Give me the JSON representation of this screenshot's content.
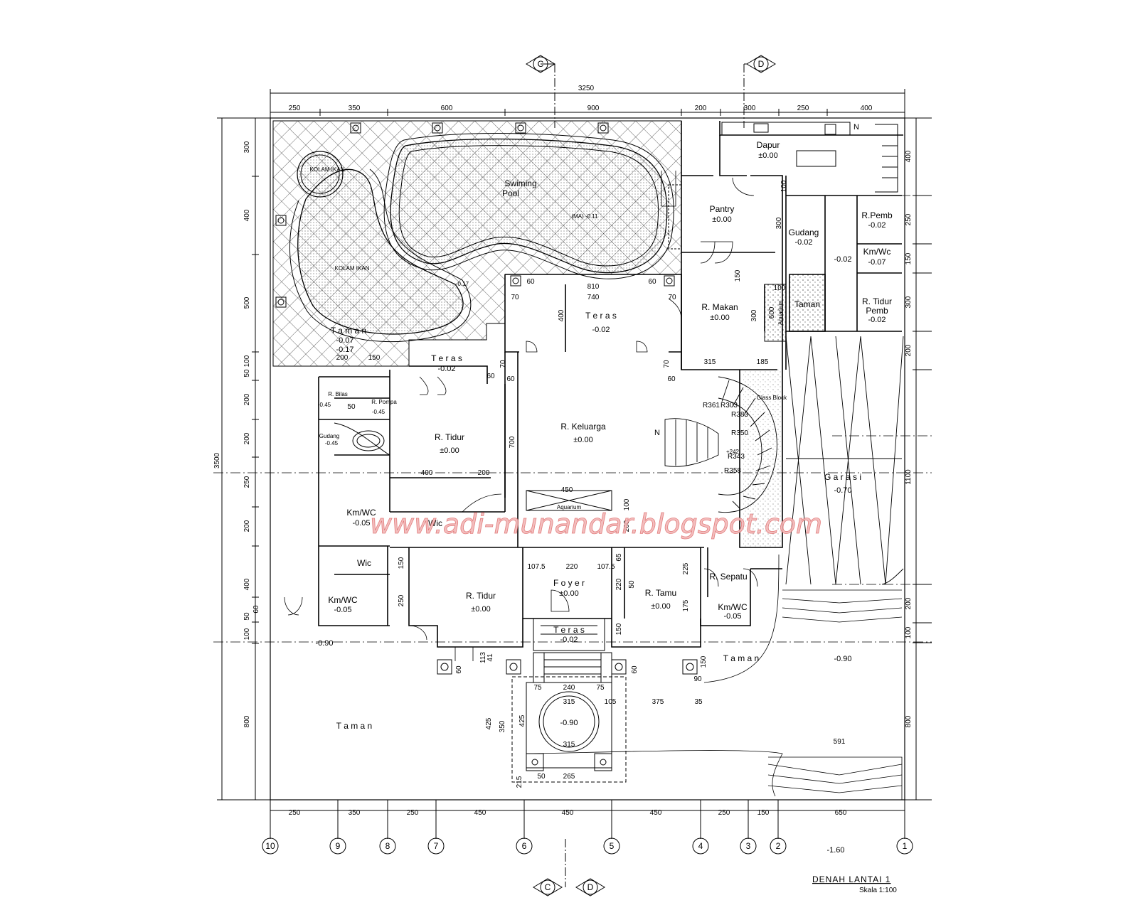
{
  "title": {
    "main": "DENAH  LANTAI  1",
    "scale": "Skala  1:100"
  },
  "watermark": "www.adi-munandar.blogspot.com",
  "section_markers": [
    "C",
    "D"
  ],
  "overall": {
    "width": "3250",
    "height": "3500"
  },
  "dims_top": [
    "250",
    "350",
    "600",
    "900",
    "200",
    "300",
    "250",
    "400"
  ],
  "dims_bottom": [
    "250",
    "350",
    "250",
    "450",
    "450",
    "450",
    "250",
    "150",
    "650"
  ],
  "dims_left": [
    "300",
    "400",
    "500",
    "50",
    "100",
    "200",
    "200",
    "250",
    "200",
    "400",
    "50",
    "60",
    "100",
    "800"
  ],
  "dims_right": [
    "400",
    "250",
    "150",
    "300",
    "200",
    "1100",
    "200",
    "100",
    "800"
  ],
  "grid_axes": [
    "10",
    "9",
    "8",
    "7",
    "6",
    "5",
    "4",
    "3",
    "2",
    "1"
  ],
  "rooms": {
    "dapur": {
      "name": "Dapur",
      "level": "±0.00"
    },
    "pantry": {
      "name": "Pantry",
      "level": "±0.00"
    },
    "gudang1": {
      "name": "Gudang",
      "level": "-0.02"
    },
    "rpemb": {
      "name": "R.Pemb",
      "level": "-0.02"
    },
    "kmwc_top": {
      "name": "Km/Wc",
      "level": "-0.07"
    },
    "lobby_lvl": "-0.02",
    "rtidurpemb": {
      "name1": "R. Tidur",
      "name2": "Pemb",
      "level": "-0.02"
    },
    "taman_small": {
      "name": "Taman"
    },
    "rmakan": {
      "name": "R.  Makan",
      "level": "±0.00"
    },
    "teras1": {
      "name": "T e r a s",
      "level": "-0.02"
    },
    "teras2": {
      "name": "T e r a s",
      "level": "-0.02"
    },
    "rtidur1": {
      "name": "R.  Tidur",
      "level": "±0.00"
    },
    "rkeluarga": {
      "name": "R.  Keluarga",
      "level": "±0.00"
    },
    "garasi": {
      "name": "G a r a s i",
      "level": "-0.70"
    },
    "kmwc1": {
      "name": "Km/WC",
      "level": "-0.05"
    },
    "wic1": {
      "name": "Wic"
    },
    "wic2": {
      "name": "Wic"
    },
    "kmwc2": {
      "name": "Km/WC",
      "level": "-0.05"
    },
    "rtidur2": {
      "name": "R.  Tidur",
      "level": "±0.00"
    },
    "foyer": {
      "name": "F o y e r",
      "level": "±0.00"
    },
    "rtamu": {
      "name": "R.  Tamu",
      "level": "±0.00"
    },
    "rsepatu": {
      "name": "R.  Sepatu"
    },
    "kmwc3": {
      "name": "Km/WC",
      "level": "-0.05"
    },
    "teras3": {
      "name": "T e r a s",
      "level": "-0.02"
    },
    "taman_top": {
      "name": "T a m a n",
      "level": "-0.07",
      "level2": "-0.17"
    },
    "taman_bl": {
      "name": "T a m a n"
    },
    "taman_br": {
      "name": "T a m a n"
    },
    "swimming": {
      "name1": "Swiming",
      "name2": "Pool",
      "level": "(MA) -0.11"
    },
    "kolam1": {
      "name": "KOLAM  IKAN"
    },
    "kolam2": {
      "name": "KOLAM  IKAN"
    },
    "pool_lvl": "-0.17",
    "rbilas": {
      "name": "R. Bilas",
      "level": "-0.45"
    },
    "rpompa": {
      "name": "R. Pompa",
      "level": "-0.45"
    },
    "gudang2": {
      "name": "Gudang",
      "level": "-0.45"
    },
    "aquarium": "Aquarium",
    "aquarium2": "Aquarium",
    "glassblock": "Glass Block",
    "stair_level": "+242"
  },
  "levels_outside": {
    "left": "-0.90",
    "right": "-0.90",
    "road": "-1.60",
    "fountain": "-0.90"
  },
  "inner_dims": {
    "d810": "810",
    "d740": "740",
    "d70a": "70",
    "d70b": "70",
    "d60a": "60",
    "d60b": "60",
    "d400": "400",
    "d300": "300",
    "d315": "315",
    "d185": "185",
    "d700": "700",
    "d450": "450",
    "d400b": "400",
    "d200": "200",
    "d100": "100",
    "d200b": "200",
    "d150": "150",
    "d250": "250",
    "d107a": "107.5",
    "d220": "220",
    "d107b": "107.5",
    "d65": "65",
    "d220b": "220",
    "d50": "50",
    "d225": "225",
    "d175": "175",
    "d150b": "150",
    "d150c": "150",
    "d75a": "75",
    "d240": "240",
    "d75b": "75",
    "d315b": "315",
    "d105": "105",
    "d375": "375",
    "d35": "35",
    "d425": "425",
    "d350": "350",
    "d425b": "425",
    "d315c": "315",
    "d50b": "50",
    "d265": "265",
    "d215": "215",
    "d591": "591",
    "d90": "90",
    "d60c": "60",
    "d60d": "60",
    "d113": "113",
    "d41": "41",
    "d200c": "200",
    "d150d": "150",
    "d100b": "100",
    "d50c": "50",
    "d100c": "100",
    "d300b": "300",
    "d600b": "600",
    "d150e": "150",
    "d60e": "60",
    "d70c": "70",
    "d70d": "70",
    "d60f": "60",
    "d60g": "60",
    "r350": "R350",
    "r343": "R343",
    "r358": "R358",
    "r383": "R383",
    "r361": "R361",
    "r303": "R303"
  },
  "north": "N"
}
